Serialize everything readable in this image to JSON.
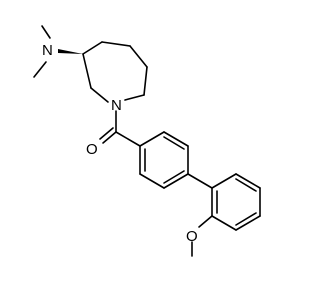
{
  "molecule": {
    "atoms": {
      "n_amine": {
        "symbol": "N"
      },
      "n_ring": {
        "symbol": "N"
      },
      "o_carbonyl": {
        "symbol": "O"
      },
      "o_methoxy": {
        "symbol": "O"
      }
    },
    "colors": {
      "bond": "#000000",
      "background": "#ffffff"
    }
  }
}
